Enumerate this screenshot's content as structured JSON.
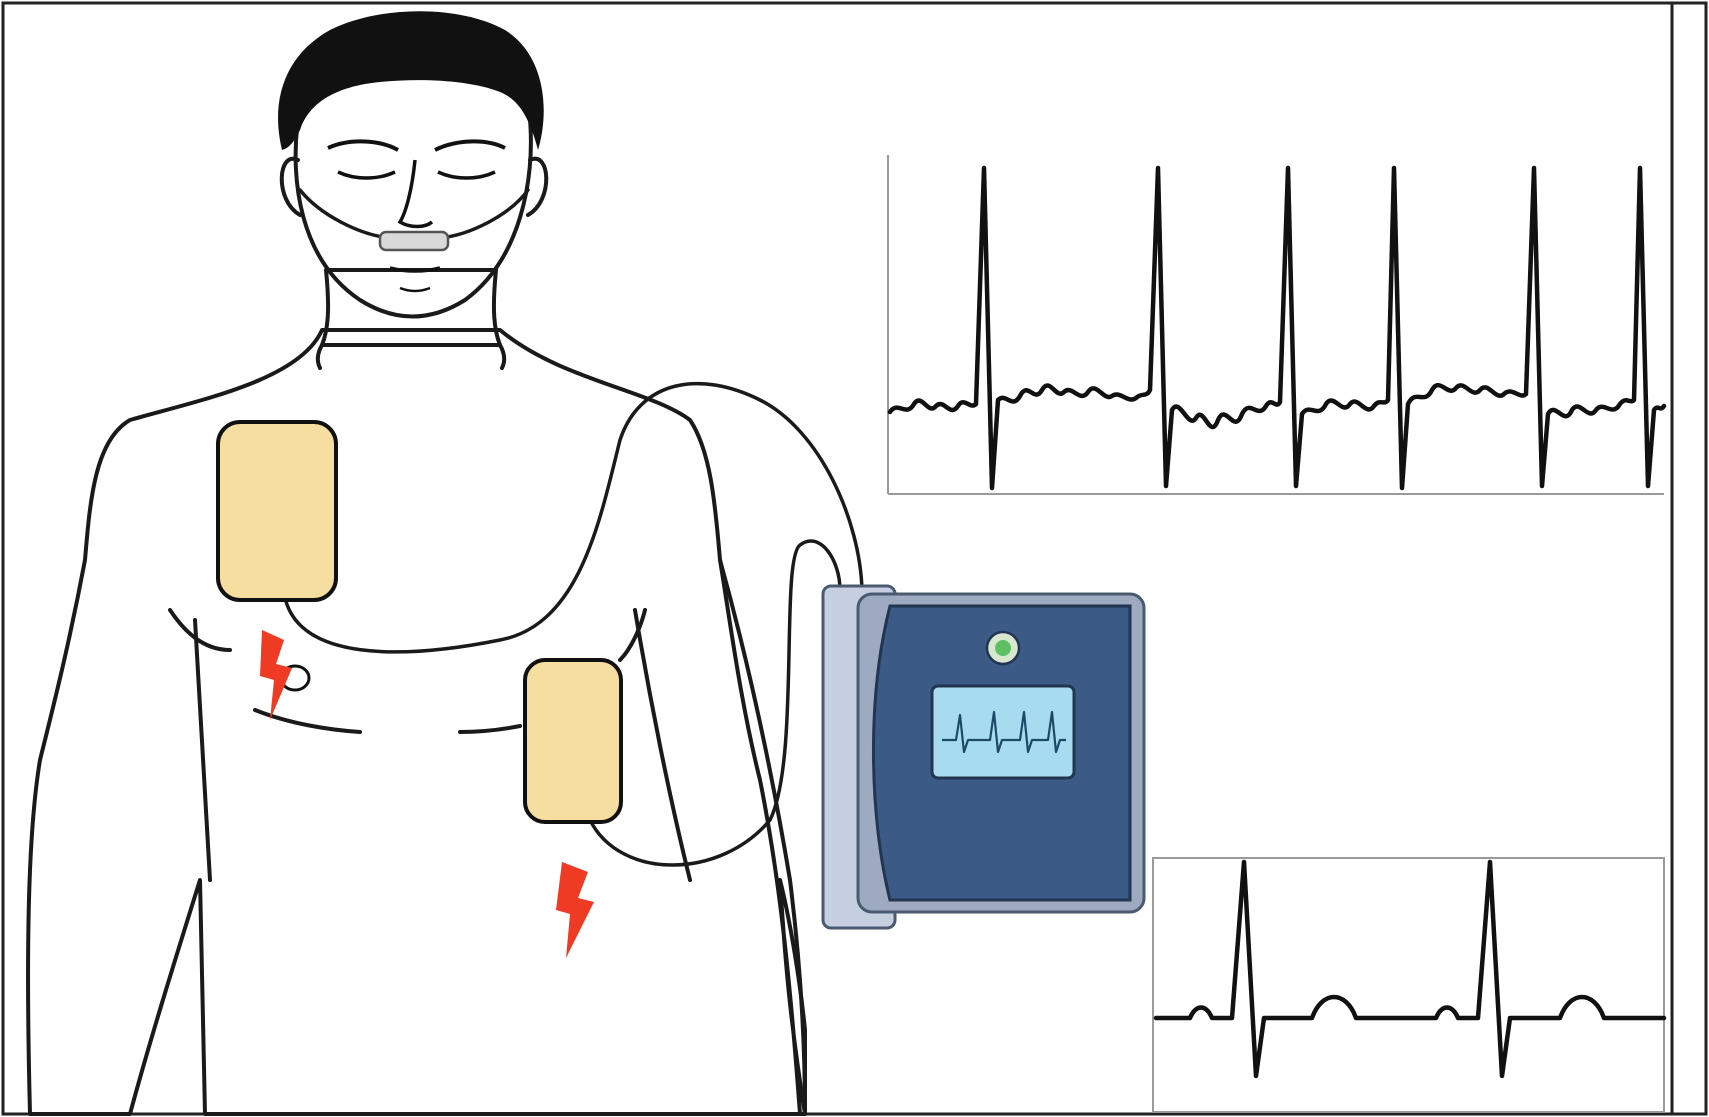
{
  "scene": {
    "colors": {
      "skin": "#f6d7c3",
      "hair": "#111111",
      "pad": "#f5dea0",
      "shock": "#ef3b24",
      "device_body": "#3b5a86",
      "device_side": "#c5cfe0",
      "device_screen": "#a7dcf0",
      "device_button": "#5cbf60"
    },
    "elements": {
      "patient": "patient-figure",
      "pads": [
        "upper-right-chest-pad",
        "lower-left-chest-pad"
      ],
      "device": "defibrillator-monitor",
      "traces": [
        "irregular-rhythm-trace",
        "normal-sinus-rhythm-trace"
      ]
    }
  }
}
